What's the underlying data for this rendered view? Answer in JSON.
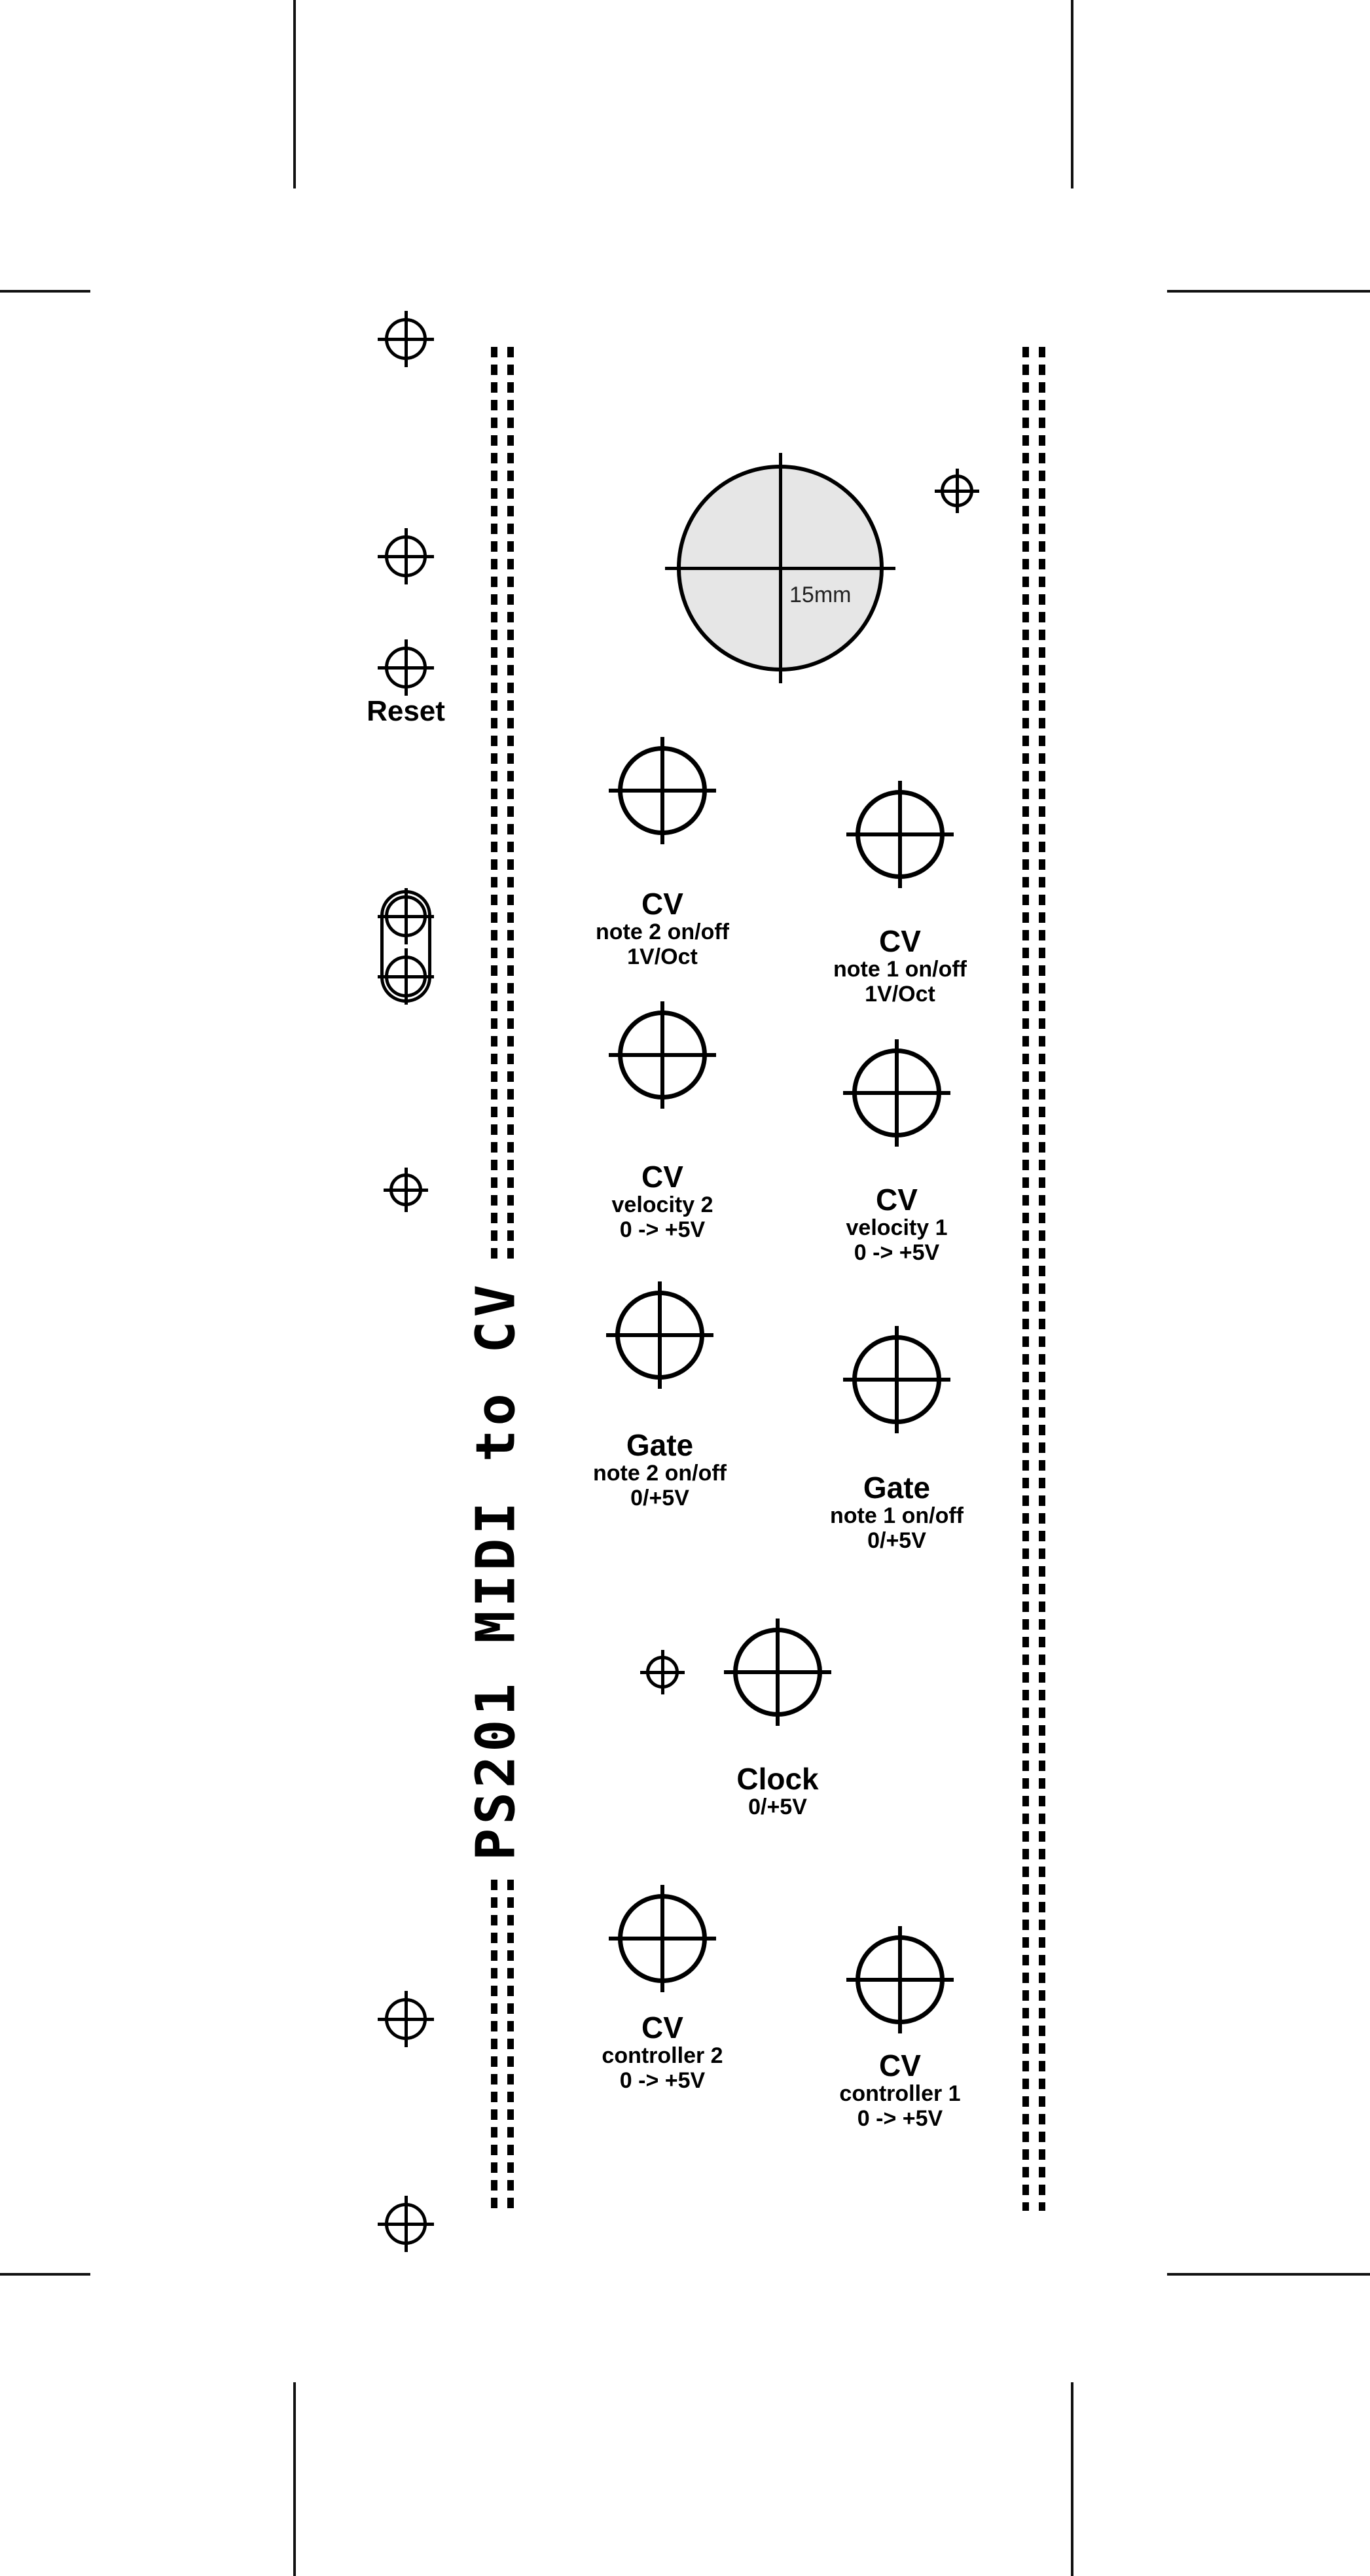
{
  "colors": {
    "ink": "#000000",
    "hole_fill": "#e6e6e6"
  },
  "panel": {
    "title_vertical": "PS201 MIDI to CV",
    "reset_label": "Reset",
    "big_hole_label": "15mm",
    "jacks": [
      {
        "name": "cv-note-2",
        "lines": [
          "CV",
          "note 2 on/off",
          "1V/Oct"
        ]
      },
      {
        "name": "cv-note-1",
        "lines": [
          "CV",
          "note 1 on/off",
          "1V/Oct"
        ]
      },
      {
        "name": "cv-velocity-2",
        "lines": [
          "CV",
          "velocity 2",
          "0 -> +5V"
        ]
      },
      {
        "name": "cv-velocity-1",
        "lines": [
          "CV",
          "velocity 1",
          "0 -> +5V"
        ]
      },
      {
        "name": "gate-note-2",
        "lines": [
          "Gate",
          "note 2 on/off",
          "0/+5V"
        ]
      },
      {
        "name": "gate-note-1",
        "lines": [
          "Gate",
          "note 1 on/off",
          "0/+5V"
        ]
      },
      {
        "name": "clock",
        "lines": [
          "Clock",
          "0/+5V"
        ]
      },
      {
        "name": "cv-controller-2",
        "lines": [
          "CV",
          "controller 2",
          "0 -> +5V"
        ]
      },
      {
        "name": "cv-controller-1",
        "lines": [
          "CV",
          "controller 1",
          "0 -> +5V"
        ]
      }
    ]
  }
}
